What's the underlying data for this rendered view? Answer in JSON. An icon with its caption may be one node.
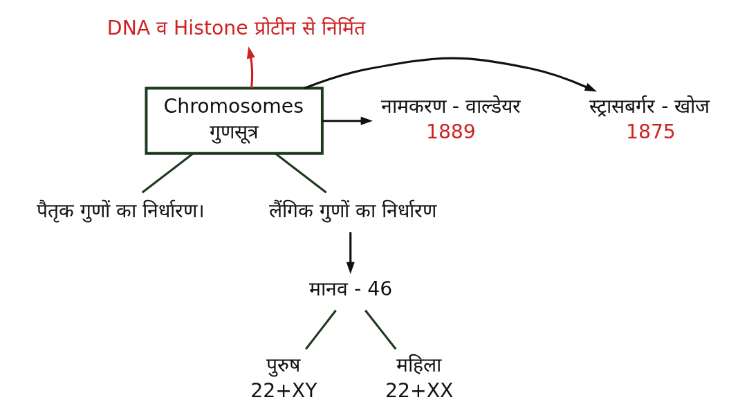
{
  "diagram": {
    "nodes": [
      {
        "text": [
          "DNA व Histone प्रोटीन से निर्मित"
        ]
      },
      {
        "text": [
          "Chromosomes",
          "गुणसूत्र"
        ]
      },
      {
        "text": [
          "स्ट्रासबर्गर - खोज"
        ],
        "beside": [
          "1875"
        ]
      },
      {
        "text": [
          "नामकरण - वाल्डेयर"
        ],
        "beside": [
          "1889"
        ]
      },
      {
        "text": [
          "पैतृक गुणों का निर्धारण।"
        ]
      },
      {
        "text": [
          "लैंगिक गुणों का निर्धारण"
        ]
      },
      {
        "text": [
          "मानव - 46"
        ]
      },
      {
        "text": [
          "पुरुष",
          "22+XY"
        ]
      },
      {
        "text": [
          "महिला",
          "22+XX"
        ]
      }
    ],
    "edges": [
      {
        "from": 1,
        "to": 0,
        "arrow": "to",
        "color": "#cc2222"
      },
      {
        "from": 1,
        "to": 2,
        "arrow": "to",
        "color": "#111111"
      },
      {
        "from": 1,
        "to": 3,
        "arrow": "to",
        "color": "#111111"
      },
      {
        "from": 1,
        "to": 4,
        "arrow": "none"
      },
      {
        "from": 1,
        "to": 5,
        "arrow": "none"
      },
      {
        "from": 5,
        "to": 6,
        "arrow": "to",
        "color": "#111111"
      },
      {
        "from": 6,
        "to": 7,
        "arrow": "none"
      },
      {
        "from": 6,
        "to": 8,
        "arrow": "none"
      }
    ]
  }
}
